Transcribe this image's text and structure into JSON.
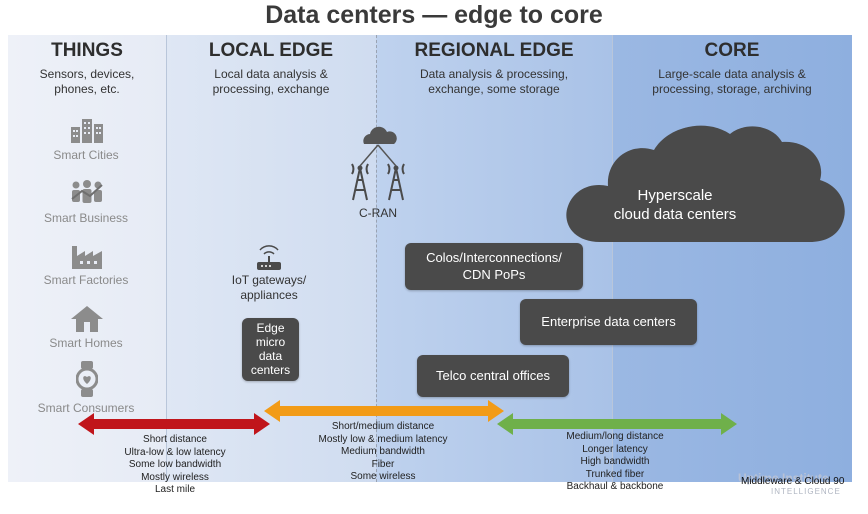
{
  "title": "Data centers — edge to core",
  "columns": [
    {
      "heading": "THINGS",
      "desc_lines": [
        "Sensors, devices,",
        "phones, etc."
      ]
    },
    {
      "heading": "LOCAL EDGE",
      "desc_lines": [
        "Local data analysis &",
        "processing, exchange"
      ]
    },
    {
      "heading": "REGIONAL EDGE",
      "desc_lines": [
        "Data analysis & processing,",
        "exchange, some storage"
      ]
    },
    {
      "heading": "CORE",
      "desc_lines": [
        "Large-scale data analysis &",
        "processing, storage, archiving"
      ]
    }
  ],
  "things": [
    {
      "label": "Smart Cities",
      "icon": "buildings-icon"
    },
    {
      "label": "Smart Business",
      "icon": "people-icon"
    },
    {
      "label": "Smart Factories",
      "icon": "factory-icon"
    },
    {
      "label": "Smart Homes",
      "icon": "house-icon"
    },
    {
      "label": "Smart Consumers",
      "icon": "smartwatch-icon"
    }
  ],
  "cran_label": "C-RAN",
  "iot_label_lines": [
    "IoT gateways/",
    "appliances"
  ],
  "edge_micro_lines": [
    "Edge",
    "micro",
    "data",
    "centers"
  ],
  "colos_lines": [
    "Colos/Interconnections/",
    "CDN PoPs"
  ],
  "enterprise_label": "Enterprise data centers",
  "telco_label": "Telco central offices",
  "hyperscale_lines": [
    "Hyperscale",
    "cloud data centers"
  ],
  "distances": {
    "local": [
      "Short distance",
      "Ultra-low & low latency",
      "Some low bandwidth",
      "Mostly wireless",
      "Last mile"
    ],
    "regional": [
      "Short/medium distance",
      "Mostly low & medium latency",
      "Medium bandwidth",
      "Fiber",
      "Some wireless"
    ],
    "core": [
      "Medium/long distance",
      "Longer latency",
      "High bandwidth",
      "Trunked fiber",
      "Backhaul & backbone"
    ]
  },
  "arrow_colors": {
    "local": "#c0151b",
    "regional": "#f29b17",
    "core": "#6fb04a"
  },
  "footer_text": "Middleware & Cloud 90",
  "logo_text": "Uptime Institute",
  "logo_sub": "INTELLIGENCE"
}
